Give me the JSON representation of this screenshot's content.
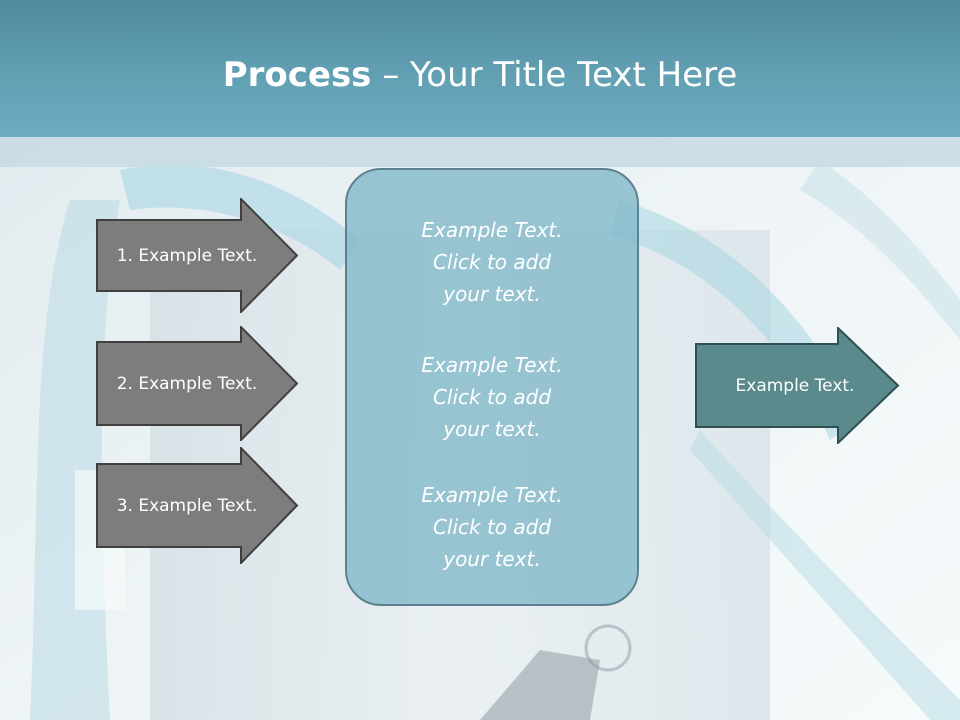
{
  "title": {
    "bold": "Process",
    "rest": " – Your Title Text Here"
  },
  "inputs": [
    {
      "label": "1. Example Text."
    },
    {
      "label": "2. Example Text."
    },
    {
      "label": "3. Example Text."
    }
  ],
  "process_box": {
    "paragraphs": [
      "Example Text.\nClick  to add\nyour text.",
      "Example Text.\nClick  to add\nyour text.",
      "Example Text.\nClick  to add\nyour text."
    ]
  },
  "output": {
    "label": "Example Text."
  },
  "colors": {
    "header": "#5f9cb0",
    "input_arrow_fill": "#7d7d7d",
    "output_arrow_fill": "#5b8a8c",
    "box_fill": "#8dbccb",
    "box_border": "#5e8190",
    "text": "#ffffff"
  },
  "icons": {
    "input_arrows": "right-arrow-icon",
    "output_arrow": "right-arrow-icon"
  }
}
